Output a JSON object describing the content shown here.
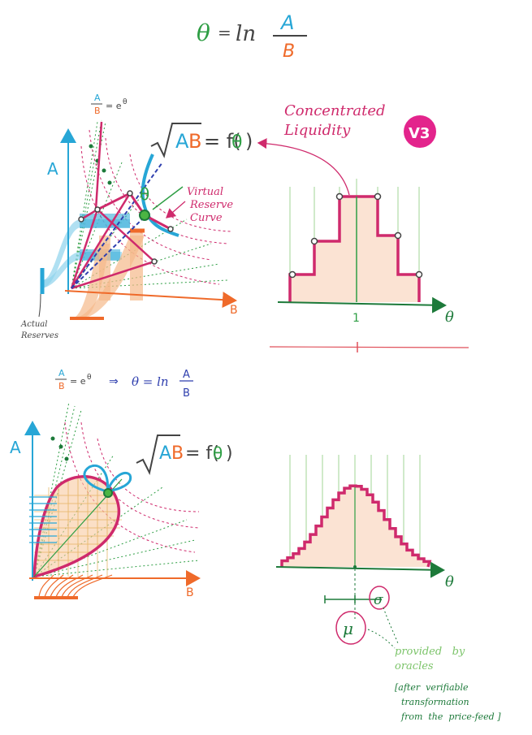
{
  "colors": {
    "green": "#2e9e44",
    "dark_green": "#1d7a3a",
    "light_green": "#7cc46a",
    "blue": "#27a6d6",
    "dark_blue": "#2f3fae",
    "orange": "#ef6a2a",
    "magenta": "#cf2a6c",
    "pink_fill": "#fbe3d3",
    "gray": "#444444",
    "red_line": "#e0505a"
  },
  "header_formula": {
    "lhs": "θ",
    "eq": "=",
    "ln": "ln",
    "numerator": "A",
    "denominator": "B"
  },
  "top_left": {
    "ratio_num": "A",
    "ratio_den": "B",
    "ratio_rhs": "= e",
    "ratio_exp": "θ",
    "axis_a": "A",
    "axis_b": "B",
    "sqrt_content_a": "A",
    "sqrt_content_b": "B",
    "f_of": "= f(",
    "f_theta": "θ",
    "f_close": ")",
    "theta_label": "θ",
    "virtual_label": [
      "Virtual",
      "Reserve",
      "Curve"
    ],
    "actual_label": [
      "Actual",
      "Reserves"
    ]
  },
  "top_right": {
    "title_line1": "Concentrated",
    "title_line2": "Liquidity",
    "logo_text": "V3",
    "tick_label": "1",
    "axis_theta": "θ"
  },
  "bottom_left": {
    "ratio_num": "A",
    "ratio_den": "B",
    "ratio_rhs": "= e",
    "ratio_exp": "θ",
    "arrow": "⇒",
    "result_lhs": "θ = ln",
    "result_num": "A",
    "result_den": "B",
    "axis_a": "A",
    "axis_b": "B",
    "sqrt_content_a": "A",
    "sqrt_content_b": "B",
    "f_of": "= f(",
    "f_theta": "θ",
    "f_close": ")"
  },
  "bottom_right": {
    "axis_theta": "θ",
    "mu": "μ",
    "sigma": "σ",
    "oracle_line1": "provided   by",
    "oracle_line2": "oracles",
    "note_line1": "[after  verifiable",
    "note_line2": "transformation",
    "note_line3": "from  the  price-feed ]"
  },
  "step_levels": [
    0.25,
    0.5,
    1.0,
    0.5,
    0.25
  ],
  "bell_curve": {
    "mean": 0,
    "std_dev": 1
  }
}
